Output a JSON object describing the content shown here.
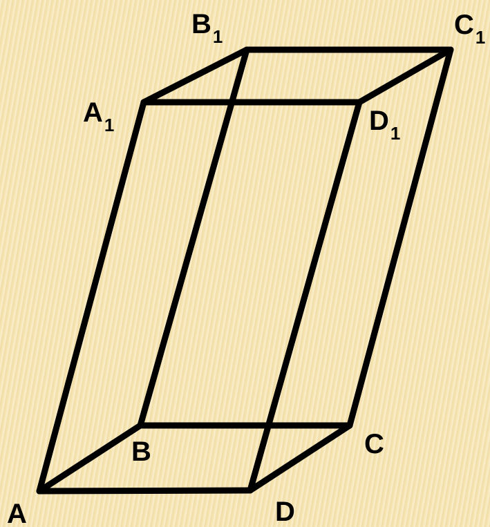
{
  "figure": {
    "vertices": {
      "A": {
        "letter": "A",
        "sub": ""
      },
      "B": {
        "letter": "B",
        "sub": ""
      },
      "C": {
        "letter": "C",
        "sub": ""
      },
      "D": {
        "letter": "D",
        "sub": ""
      },
      "A1": {
        "letter": "A",
        "sub": "1"
      },
      "B1": {
        "letter": "B",
        "sub": "1"
      },
      "C1": {
        "letter": "C",
        "sub": "1"
      },
      "D1": {
        "letter": "D",
        "sub": "1"
      }
    },
    "edges": [
      [
        "A",
        "B"
      ],
      [
        "B",
        "C"
      ],
      [
        "C",
        "D"
      ],
      [
        "D",
        "A"
      ],
      [
        "A1",
        "B1"
      ],
      [
        "B1",
        "C1"
      ],
      [
        "C1",
        "D1"
      ],
      [
        "D1",
        "A1"
      ],
      [
        "A",
        "A1"
      ],
      [
        "B",
        "B1"
      ],
      [
        "C",
        "C1"
      ],
      [
        "D",
        "D1"
      ]
    ],
    "colors": {
      "edge": "#000000",
      "label": "#000000",
      "background": "#f7e6b4"
    }
  }
}
